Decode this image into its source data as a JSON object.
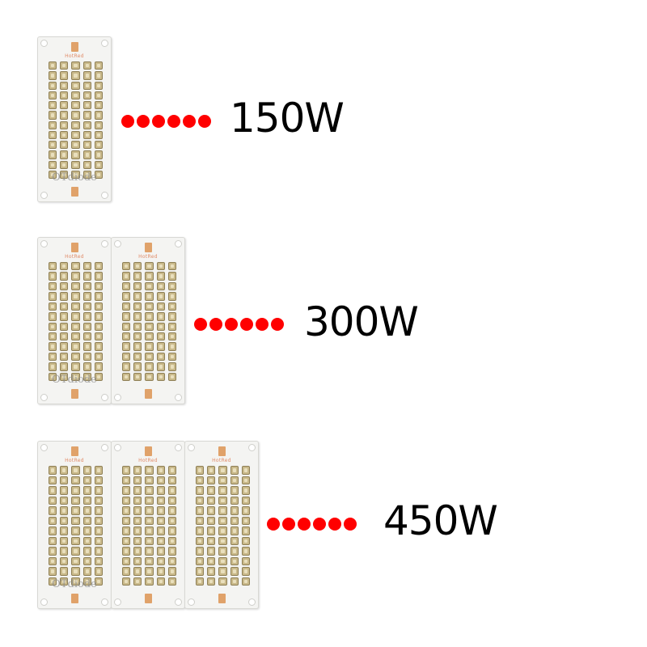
{
  "brand_text": "HotRed",
  "watermark": "OTdiode",
  "dot_color": "#ff0000",
  "modules": [
    {
      "boards": 1,
      "label": "150W",
      "dots": 6
    },
    {
      "boards": 2,
      "label": "300W",
      "dots": 6
    },
    {
      "boards": 3,
      "label": "450W",
      "dots": 6
    }
  ]
}
